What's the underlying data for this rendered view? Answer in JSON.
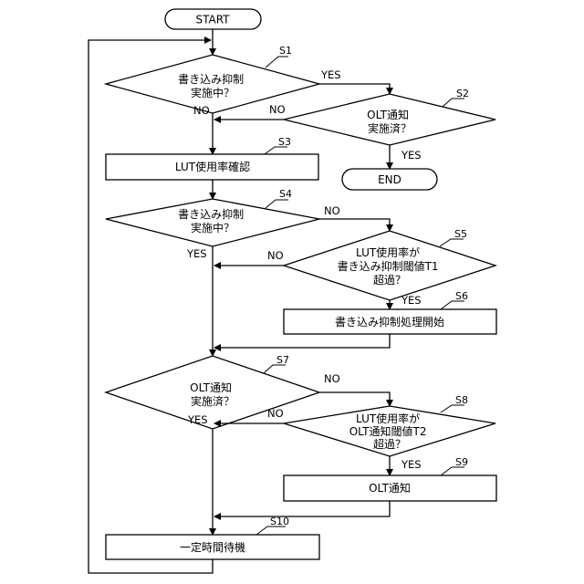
{
  "start": "START",
  "end": "END",
  "steps": {
    "s1": "S1",
    "s2": "S2",
    "s3": "S3",
    "s4": "S4",
    "s5": "S5",
    "s6": "S6",
    "s7": "S7",
    "s8": "S8",
    "s9": "S9",
    "s10": "S10"
  },
  "nodes": {
    "s1": [
      "書き込み抑制",
      "実施中？"
    ],
    "s2": [
      "OLT通知",
      "実施済？"
    ],
    "s3": "LUT使用率確認",
    "s4": [
      "書き込み抑制",
      "実施中？"
    ],
    "s5": [
      "LUT使用率が",
      "書き込み抑制閾値T1",
      "超過？"
    ],
    "s6": "書き込み抑制処理開始",
    "s7": [
      "OLT通知",
      "実施済？"
    ],
    "s8": [
      "LUT使用率が",
      "OLT通知閾値T2",
      "超過？"
    ],
    "s9": "OLT通知",
    "s10": "一定時間待機"
  },
  "branches": {
    "s1_yes": "YES",
    "s1_no": "NO",
    "s2_no": "NO",
    "s2_yes": "YES",
    "s4_no": "NO",
    "s4_yes": "YES",
    "s5_no": "NO",
    "s5_yes": "YES",
    "s7_no": "NO",
    "s7_yes": "YES",
    "s8_no": "NO",
    "s8_yes": "YES"
  }
}
